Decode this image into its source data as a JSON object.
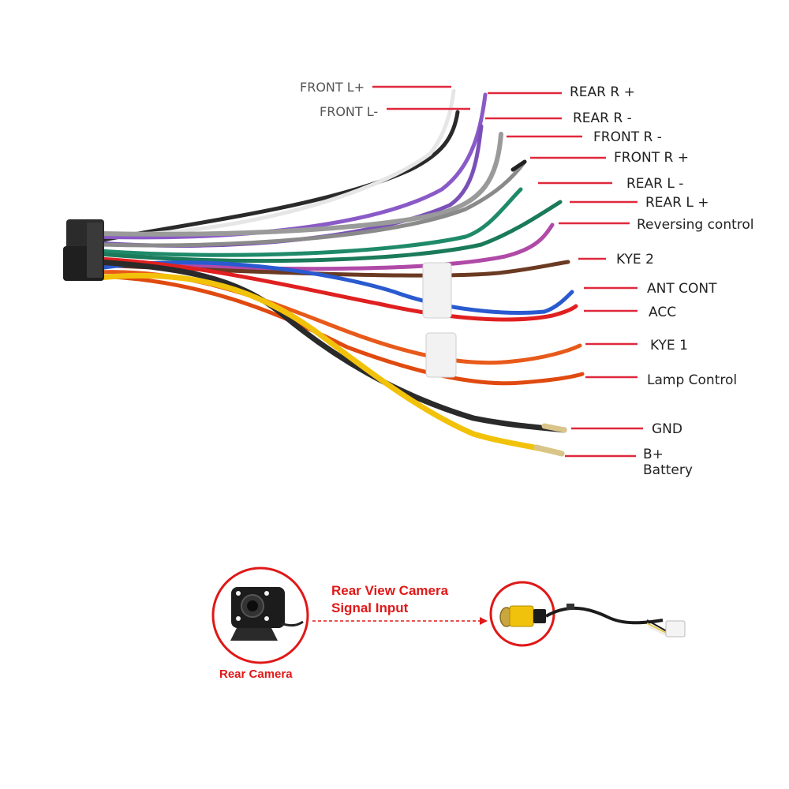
{
  "wiring_labels": {
    "front_l_plus": "FRONT L+",
    "front_l_minus": "FRONT L-",
    "rear_r_plus": "REAR R +",
    "rear_r_minus": "REAR R -",
    "front_r_minus": "FRONT R -",
    "front_r_plus": "FRONT R +",
    "rear_l_minus": "REAR L -",
    "rear_l_plus": "REAR L +",
    "reversing_control": "Reversing control",
    "kye2": "KYE 2",
    "ant_cont": "ANT CONT",
    "acc": "ACC",
    "kye1": "KYE 1",
    "lamp_control": "Lamp Control",
    "gnd": "GND",
    "b_plus": "B+",
    "battery": "Battery"
  },
  "camera_section": {
    "signal_title_line1": "Rear View Camera",
    "signal_title_line2": "Signal Input",
    "rear_camera_caption": "Rear Camera"
  },
  "colors": {
    "leader_line": "#e0283c",
    "caption_red": "#e01818",
    "wire_black": "#2a2a2a",
    "wire_white": "#e6e6e6",
    "wire_purple": "#8a5ac8",
    "wire_gray": "#9a9a9a",
    "wire_green": "#1f8a6a",
    "wire_violet": "#b04aa8",
    "wire_brown": "#6b3a22",
    "wire_blue": "#2a5ad0",
    "wire_red": "#e02020",
    "wire_orange": "#e85a1a",
    "wire_yellow": "#f2c20a"
  }
}
